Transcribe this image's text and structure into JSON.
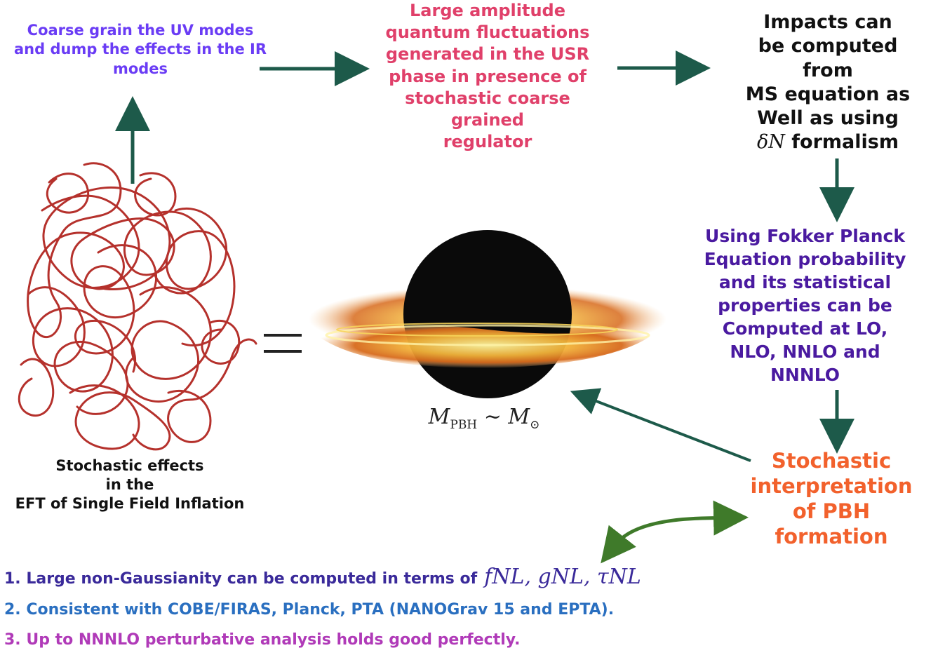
{
  "nodes": {
    "coarse_grain": {
      "lines": [
        "Coarse grain the UV modes",
        "and dump the effects in the IR",
        "modes"
      ]
    },
    "large_amplitude": {
      "lines": [
        "Large amplitude",
        "quantum fluctuations",
        "generated in the USR",
        "phase in presence of",
        "stochastic coarse",
        "grained",
        "regulator"
      ]
    },
    "impacts": {
      "lines": [
        "Impacts can",
        "be computed",
        "from",
        "MS equation as",
        "Well as using"
      ],
      "delta_n_symbol": "δN",
      "delta_n_text": "formalism"
    },
    "fokker_planck": {
      "lines": [
        "Using Fokker Planck",
        "Equation probability",
        "and its statistical",
        "properties can be",
        "Computed at LO,",
        "NLO, NNLO and",
        "NNNLO"
      ]
    },
    "stochastic_pbh": {
      "lines": [
        "Stochastic",
        "interpretation",
        "of PBH",
        "formation"
      ]
    },
    "stochastic_effects": {
      "lines": [
        "Stochastic effects",
        "in the",
        "EFT of Single Field Inflation"
      ]
    },
    "pbh_mass": {
      "m": "M",
      "sub": "PBH",
      "sim": "∼",
      "m2": "M",
      "sub2": "⊙"
    }
  },
  "bullets": {
    "b1_text": "1. Large non-Gaussianity can be computed in terms of",
    "b1_math": "fNL, gNL, τNL",
    "b2_text": "2. Consistent with COBE/FIRAS, Planck, PTA (NANOGrav 15 and EPTA).",
    "b3_text": "3. Up to NNNLO perturbative analysis holds good perfectly."
  },
  "colors": {
    "arrow": "#1d5a4a",
    "double_arrow": "#3f7a2a",
    "scribble": "#b5312c"
  }
}
